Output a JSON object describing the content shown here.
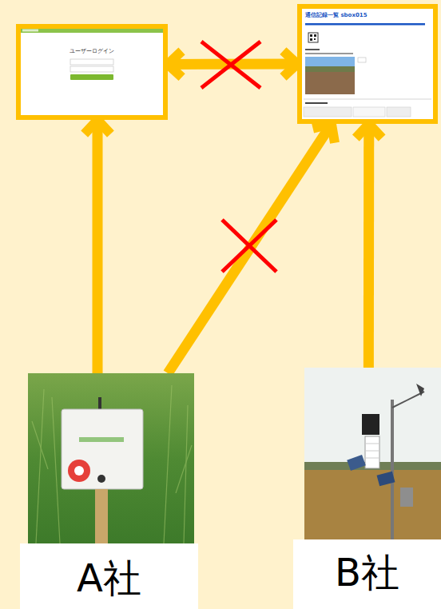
{
  "diagram": {
    "nodes": [
      {
        "text": [
          "ユーザーログイン"
        ]
      },
      {
        "text": [
          "通信記録一覧 sbox015"
        ]
      },
      {
        "text": [
          "A社"
        ]
      },
      {
        "text": [
          "B社"
        ]
      }
    ],
    "edges": [
      {
        "from": 0,
        "to": 1,
        "arrow": "both"
      },
      {
        "from": 2,
        "to": 0,
        "arrow": "to"
      },
      {
        "from": 2,
        "to": 1,
        "arrow": "to"
      },
      {
        "from": 3,
        "to": 1,
        "arrow": "to"
      }
    ]
  }
}
